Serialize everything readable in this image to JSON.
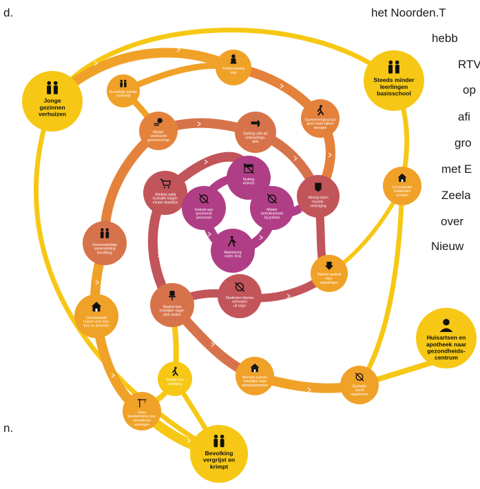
{
  "side_text": {
    "left": [
      "d.",
      "n."
    ],
    "right": [
      "het Noorden.T",
      "hebb",
      "RTV",
      "op",
      "afi",
      "gro",
      "met E",
      "Zeela",
      "over",
      "Nieuw"
    ]
  },
  "colors": {
    "yellow": "#f6c815",
    "amber": "#f0a128",
    "orange": "#e4823c",
    "coral": "#d7734a",
    "rose": "#c2555a",
    "magenta": "#b03e86"
  },
  "nodes": [
    {
      "id": "kinderopvang",
      "icon": "baby-icon",
      "lines": [
        "Kinderopvang",
        "sluit"
      ]
    },
    {
      "id": "burenhulp",
      "icon": "neighbours-icon",
      "lines": [
        "Burenhulp minder",
        "makkelijk"
      ]
    },
    {
      "id": "jonge-gezinnen",
      "icon": "family-house-icon",
      "lines": [
        "Jonge",
        "gezinnen",
        "verhuizen"
      ]
    },
    {
      "id": "minder-leerlingen",
      "icon": "school-kids-icon",
      "lines": [
        "Steeds minder",
        "leerlingen",
        "basisschool"
      ]
    },
    {
      "id": "sportvereniging",
      "icon": "runner-icon",
      "lines": [
        "Sportvereniging kan",
        "geen team bijeen",
        "brengen"
      ]
    },
    {
      "id": "gemeenschap",
      "icon": "bench-tree-icon",
      "lines": [
        "Minder",
        "veerkracht",
        "gemeenschap"
      ]
    },
    {
      "id": "cafe",
      "icon": "glass-icon",
      "lines": [
        "Sluiting café als",
        "ontmoetings-",
        "plek"
      ]
    },
    {
      "id": "concentratie",
      "icon": "school-building-icon",
      "lines": [
        "Concentratie",
        "middelbare",
        "scholen"
      ]
    },
    {
      "id": "winkels-bushalte",
      "icon": "cart-icon",
      "lines": [
        "Winkels nabij",
        "bushalte krijgen",
        "minder klandizie"
      ]
    },
    {
      "id": "sluiting-winkels",
      "icon": "shop-icon",
      "lines": [
        "Sluiting",
        "winkels"
      ]
    },
    {
      "id": "gebrek-personeel",
      "icon": "no-staff-icon",
      "lines": [
        "Gebrek aan",
        "geschoold",
        "personeel"
      ]
    },
    {
      "id": "politiek",
      "icon": "no-politics-icon",
      "lines": [
        "Minder",
        "betrokkenheid",
        "bij politiek"
      ]
    },
    {
      "id": "leden-muziek",
      "icon": "banner-icon",
      "lines": [
        "Weinig leden",
        "muziek-",
        "vereniging"
      ]
    },
    {
      "id": "samenstelling",
      "icon": "elderly-icon",
      "lines": [
        "Onevenwichtige",
        "samenstelling",
        "bevolking"
      ]
    },
    {
      "id": "mantelzorg",
      "icon": "caregiver-icon",
      "lines": [
        "Mantelzorg",
        "onder druk"
      ]
    },
    {
      "id": "dalend-aanbod",
      "icon": "down-arrow-icon",
      "lines": [
        "Dalend aanbod",
        "mbo-",
        "opleidingen"
      ]
    },
    {
      "id": "studenten",
      "icon": "owl-icon",
      "lines": [
        "Studenten hbo/wo",
        "verhuizen",
        "uit regio"
      ]
    },
    {
      "id": "student-stage",
      "icon": "office-chair-icon",
      "lines": [
        "Student kan",
        "moeilijker stage-",
        "plek vinden"
      ]
    },
    {
      "id": "woningen",
      "icon": "houses-icon",
      "lines": [
        "Onvoldoende",
        "huizen voor star-",
        "ters en senioren"
      ]
    },
    {
      "id": "huisartsen",
      "icon": "doctor-icon",
      "lines": [
        "Huisartsen en",
        "apotheek naar",
        "gezondheids-",
        "centrum"
      ]
    },
    {
      "id": "streekziekenhuis",
      "icon": "wheelchair-house-icon",
      "lines": [
        "Mensen kunnen",
        "moeilijker naar",
        "streekziekenhuis"
      ]
    },
    {
      "id": "bushalte",
      "icon": "no-bus-icon",
      "lines": [
        "Bushalte",
        "wordt",
        "opgeheven"
      ]
    },
    {
      "id": "bedrijf",
      "icon": "walking-man-icon",
      "lines": [
        "Bedrijf sluit",
        "vestiging"
      ]
    },
    {
      "id": "nieuwbouw",
      "icon": "crane-icon",
      "lines": [
        "Geen",
        "toestemming voor",
        "nieuwbouw",
        "woningen"
      ]
    },
    {
      "id": "vergrijst",
      "icon": "old-couple-icon",
      "lines": [
        "Bevolking",
        "vergrijst en",
        "krimpt"
      ]
    }
  ]
}
